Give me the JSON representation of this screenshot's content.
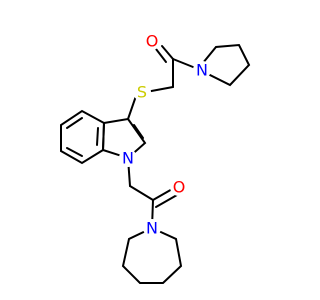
{
  "molecule": {
    "atoms": {
      "oxygen_top": {
        "symbol": "O",
        "color": "#ff0000"
      },
      "nitrogen_pyrrolidine": {
        "symbol": "N",
        "color": "#0000ff"
      },
      "sulfur": {
        "symbol": "S",
        "color": "#cccc00"
      },
      "nitrogen_indole": {
        "symbol": "N",
        "color": "#0000ff"
      },
      "oxygen_bottom": {
        "symbol": "O",
        "color": "#ff0000"
      },
      "nitrogen_azepane": {
        "symbol": "N",
        "color": "#0000ff"
      }
    },
    "bond_color": "#000000",
    "background_color": "#ffffff"
  }
}
